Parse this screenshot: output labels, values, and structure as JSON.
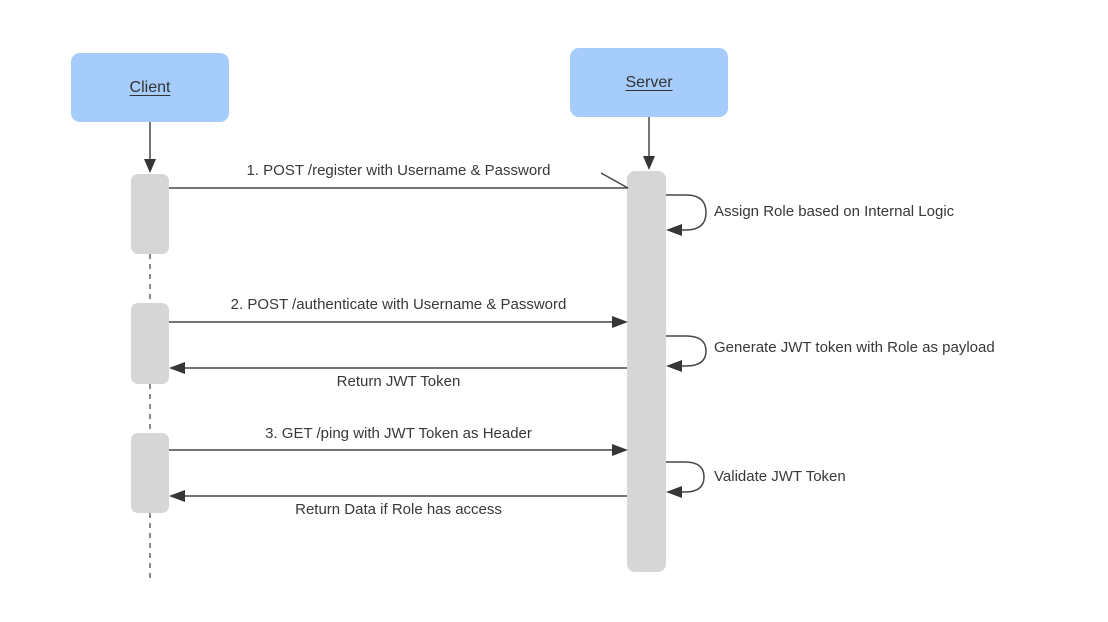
{
  "diagram": {
    "type": "sequence-diagram",
    "title_implied": "JWT authentication flow",
    "actors": {
      "client": {
        "label": "Client"
      },
      "server": {
        "label": "Server"
      }
    },
    "messages": {
      "register": {
        "label": "1. POST /register with Username & Password",
        "from": "Client",
        "to": "Server",
        "arrow": "half-open"
      },
      "assign_role": {
        "label": "Assign Role based on Internal Logic",
        "from": "Server",
        "to": "Server",
        "arrow": "self-loop"
      },
      "authenticate": {
        "label": "2. POST /authenticate with Username & Password",
        "from": "Client",
        "to": "Server",
        "arrow": "solid"
      },
      "generate_jwt": {
        "label": "Generate JWT token with Role as payload",
        "from": "Server",
        "to": "Server",
        "arrow": "self-loop"
      },
      "return_jwt": {
        "label": "Return JWT Token",
        "from": "Server",
        "to": "Client",
        "arrow": "solid"
      },
      "get_ping": {
        "label": "3. GET /ping with JWT Token as Header",
        "from": "Client",
        "to": "Server",
        "arrow": "solid"
      },
      "validate_jwt": {
        "label": "Validate JWT Token",
        "from": "Server",
        "to": "Server",
        "arrow": "self-loop"
      },
      "return_data": {
        "label": "Return Data if Role has access",
        "from": "Server",
        "to": "Client",
        "arrow": "solid"
      }
    },
    "colors": {
      "actor_fill": "#a5ccfa",
      "activation_fill": "#d6d6d6",
      "line": "#474747",
      "text": "#383838",
      "background": "#ffffff"
    }
  }
}
